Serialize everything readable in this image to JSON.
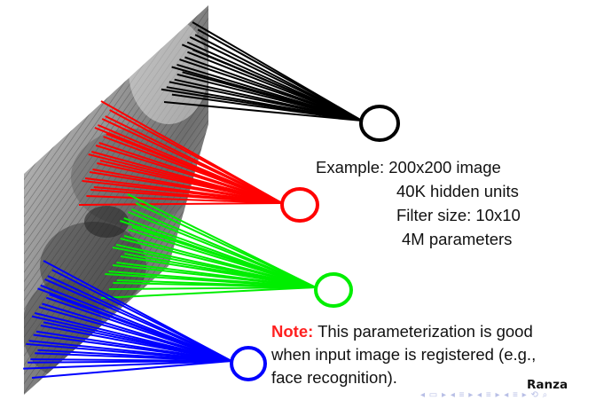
{
  "example": {
    "line1": "Example: 200x200 image",
    "line2": "40K hidden units",
    "line3": "Filter size: 10x10",
    "line4": "4M parameters"
  },
  "note": {
    "label": "Note:",
    "line1_rest": " This parameterization is good",
    "line2": "when input image is registered (e.g.,",
    "line3": "face recognition)."
  },
  "footer": {
    "author": "Ranza"
  },
  "nav": {
    "glyphs": "◂ ▭ ▸ ◂ ≡ ▸ ◂ ≡ ▸ ◂ ≡ ▸ ⟲ ⌕"
  },
  "colors": {
    "black_unit": "#000000",
    "red_unit": "#ff0000",
    "green_unit": "#00ee00",
    "blue_unit": "#0000ff"
  }
}
